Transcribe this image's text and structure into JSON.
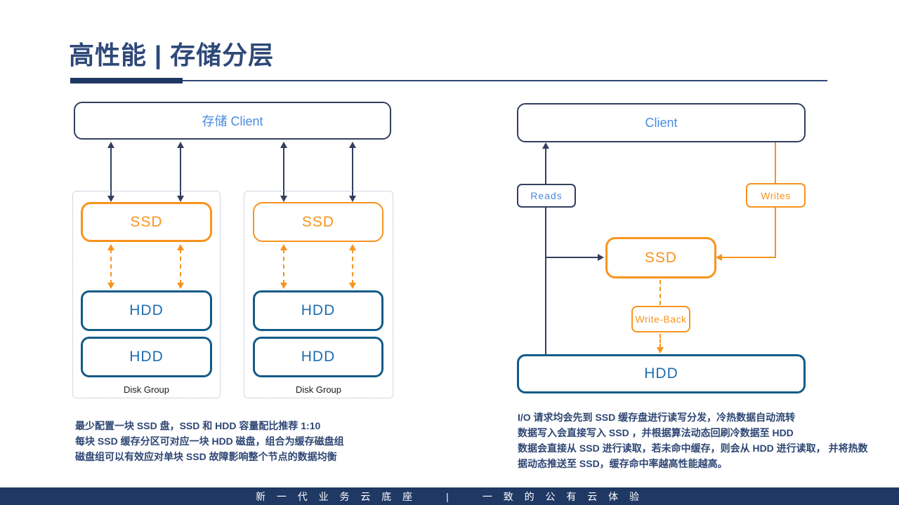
{
  "title": "高性能 | 存储分层",
  "left_diagram": {
    "client_label": "存储 Client",
    "groups": [
      {
        "ssd_label": "SSD",
        "hdd1_label": "HDD",
        "hdd2_label": "HDD",
        "caption": "Disk Group"
      },
      {
        "ssd_label": "SSD",
        "hdd1_label": "HDD",
        "hdd2_label": "HDD",
        "caption": "Disk Group"
      }
    ],
    "notes": [
      "最少配置一块 SSD 盘，SSD 和 HDD 容量配比推荐 1:10",
      "每块 SSD 缓存分区可对应一块 HDD 磁盘，组合为缓存磁盘组",
      "磁盘组可以有效应对单块 SSD 故障影响整个节点的数据均衡"
    ]
  },
  "right_diagram": {
    "client_label": "Client",
    "reads_label": "Reads",
    "writes_label": "Writes",
    "ssd_label": "SSD",
    "writeback_label": "Write-Back",
    "hdd_label": "HDD",
    "notes": [
      "I/O 请求均会先到 SSD 缓存盘进行读写分发，冷热数据自动流转",
      "数据写入会直接写入 SSD ，并根据算法动态回刷冷数据至 HDD",
      "数据会直接从 SSD 进行读取，若未命中缓存，则会从 HDD 进行读取， 并将热数",
      "据动态推送至 SSD，缓存命中率越高性能越高。"
    ]
  },
  "footer": {
    "left_text": "新 一 代 业 务 云 底 座",
    "separator": "|",
    "right_text": "一 致 的 公 有 云 体 验"
  },
  "colors": {
    "navy": "#333F5F",
    "title_navy": "#2E4878",
    "accent_bar": "#1F3864",
    "blue_text": "#4A8BE0",
    "orange": "#F7941E",
    "hdd_border": "#125B88",
    "hdd_text": "#1E6EB0",
    "footer_bg": "#1F3864",
    "note_text": "#2E4674",
    "group_border": "#A6AEC6"
  }
}
